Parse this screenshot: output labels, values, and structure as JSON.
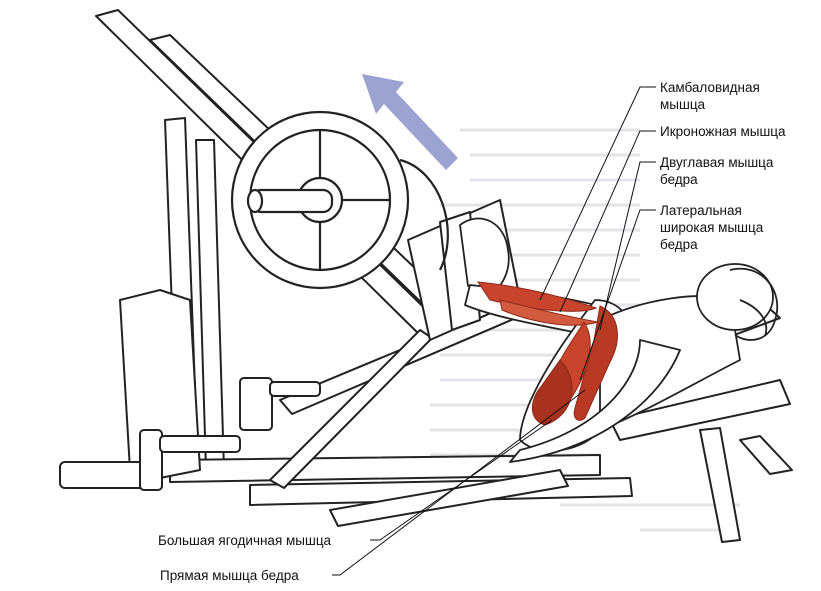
{
  "labels": {
    "soleus": [
      "Камбаловидная",
      "мышца"
    ],
    "gastrocnemius": "Икроножная мышца",
    "biceps_femoris": [
      "Двуглавая мышца",
      "бедра"
    ],
    "vastus_lateralis": [
      "Латеральная",
      "широкая мышца",
      "бедра"
    ],
    "gluteus_maximus": "Большая ягодичная мышца",
    "rectus_femoris": "Прямая мышца бедра"
  },
  "colors": {
    "line": "#222222",
    "muscle": "#c8442c",
    "muscle_dark": "#8e2a1a",
    "arrow": "#8b93c8",
    "ghost": "#d9d9de"
  }
}
